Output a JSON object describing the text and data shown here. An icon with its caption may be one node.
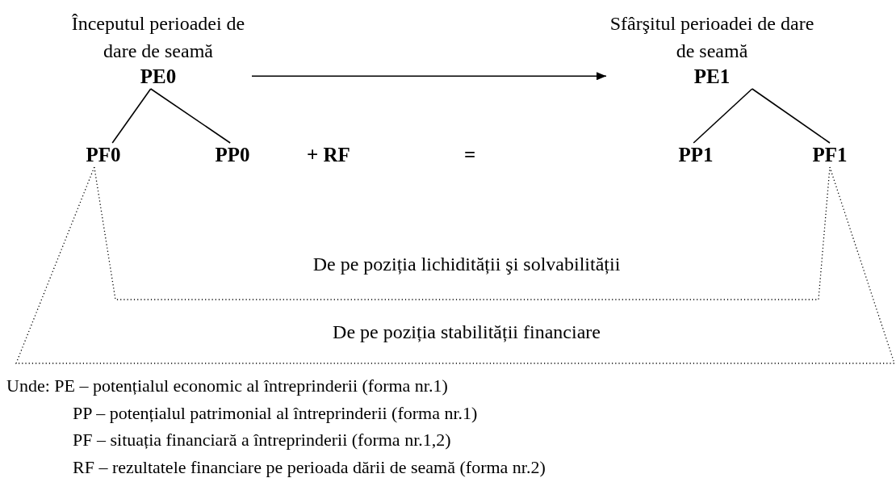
{
  "diagram": {
    "nodes": [
      {
        "text": [
          "Începutul perioadei de dare de seamă",
          "PE0"
        ]
      },
      {
        "text": [
          "Sfârşitul perioadei de dare de seamă",
          "PE1"
        ]
      },
      {
        "text": [
          "PF0"
        ]
      },
      {
        "text": [
          "PP0"
        ]
      },
      {
        "text": [
          "PP1"
        ]
      },
      {
        "text": [
          "PF1"
        ]
      }
    ],
    "edges": [
      {
        "from": 0,
        "to": 1,
        "arrow": "to"
      },
      {
        "from": 0,
        "to": 2,
        "arrow": "none"
      },
      {
        "from": 0,
        "to": 3,
        "arrow": "none"
      },
      {
        "from": 1,
        "to": 4,
        "arrow": "none"
      },
      {
        "from": 1,
        "to": 5,
        "arrow": "none"
      },
      {
        "from": 2,
        "to": 5,
        "arrow": "none",
        "style": "dashed",
        "label": "De pe poziția lichidității şi solvabilității"
      },
      {
        "from": 2,
        "to": 5,
        "arrow": "none",
        "style": "dashed",
        "label": "De pe poziția stabilității financiare"
      }
    ],
    "labels": [
      "+ RF",
      "=",
      "Unde: PE – potențialul economic al întreprinderii (forma nr.1)",
      "PP – potențialul patrimonial al întreprinderii (forma nr.1)",
      "PF – situația financiară a întreprinderii (forma nr.1,2)",
      "RF – rezultatele financiare pe perioada dării de seamă (forma nr.2)"
    ]
  }
}
